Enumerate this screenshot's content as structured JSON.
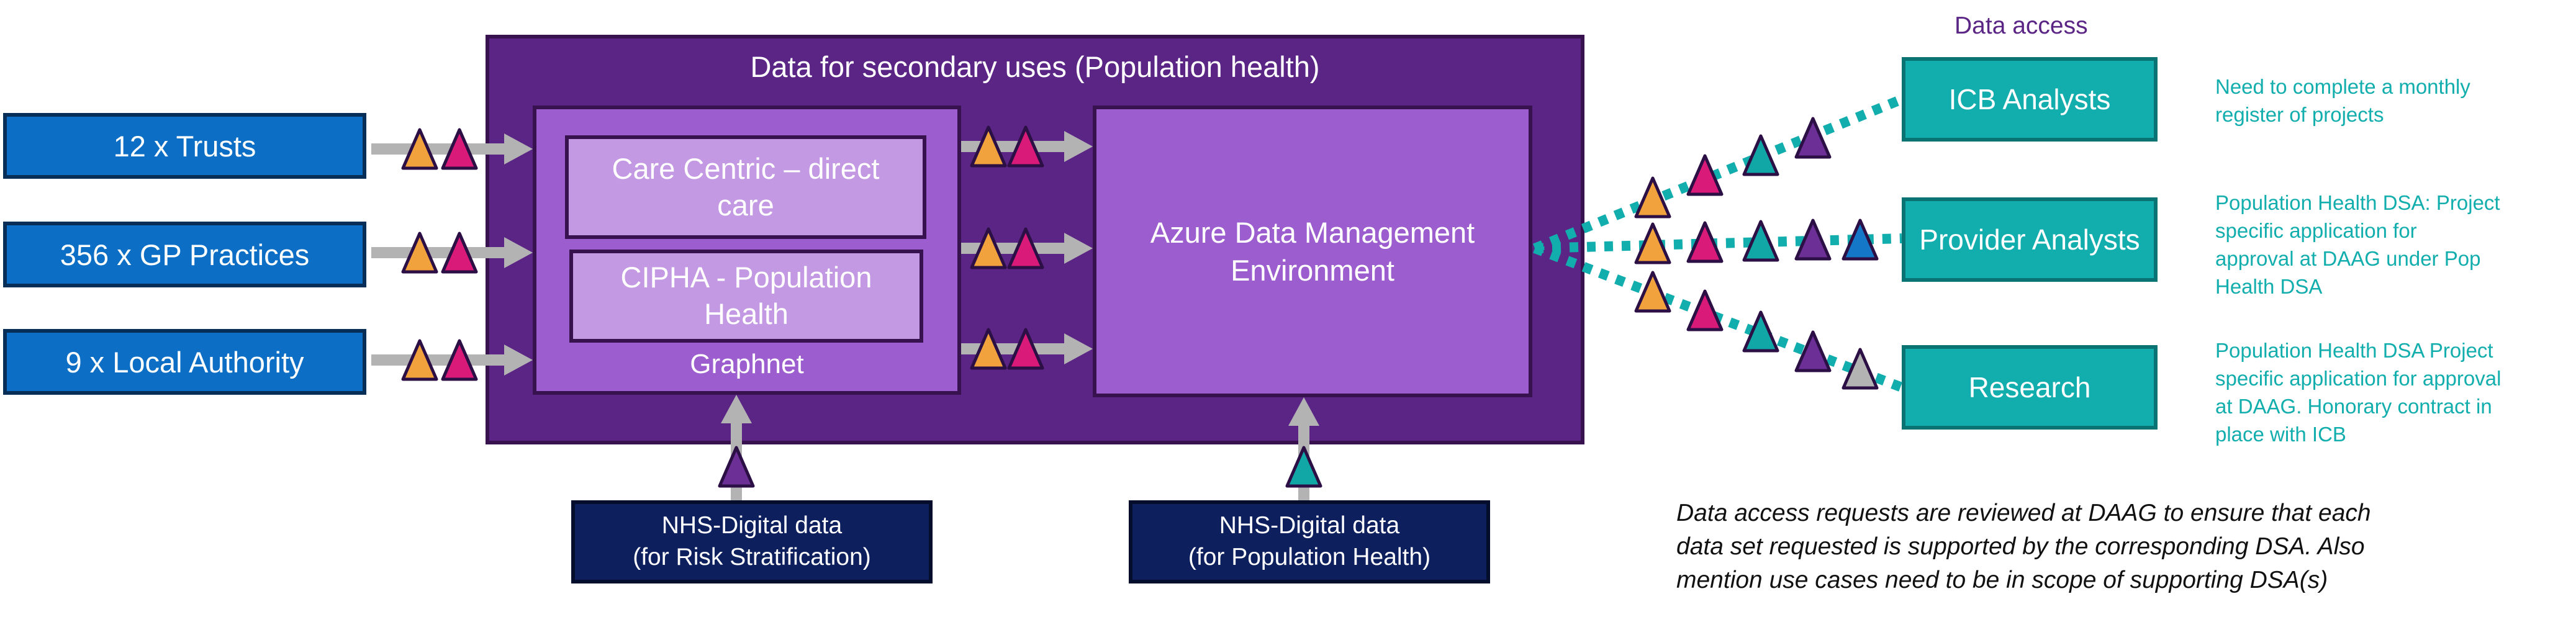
{
  "sources": [
    {
      "label": "12 x Trusts"
    },
    {
      "label": "356 x GP Practices"
    },
    {
      "label": "9 x Local Authority"
    }
  ],
  "secondary_uses": {
    "title": "Data for secondary uses (Population health)",
    "graphnet": {
      "label": "Graphnet",
      "care_centric": "Care Centric – direct\ncare",
      "cipha": "CIPHA - Population\nHealth"
    },
    "azure": "Azure Data Management\nEnvironment"
  },
  "nhs_digital": {
    "risk": "NHS-Digital data\n(for Risk Stratification)",
    "population": "NHS-Digital data\n(for Population Health)"
  },
  "data_access": {
    "heading": "Data access",
    "destinations": [
      {
        "label": "ICB Analysts",
        "description": "Need to complete a monthly\nregister of projects"
      },
      {
        "label": "Provider Analysts",
        "description": "Population Health DSA: Project\nspecific application for\napproval at DAAG under Pop\nHealth DSA"
      },
      {
        "label": "Research",
        "description": "Population Health DSA Project\nspecific application for approval\nat DAAG. Honorary contract in\nplace with ICB"
      }
    ]
  },
  "note": "Data access requests are reviewed at DAAG to ensure that each\ndata set requested is supported by the corresponding DSA. Also\nmention use cases need to be in scope of supporting DSA(s)",
  "colors": {
    "orange": "#f2a23c",
    "magenta": "#d91a78",
    "teal": "#12a7a7",
    "purple": "#6b2f96",
    "blue": "#1577c7",
    "grey": "#b3b3b3",
    "source_blue": "#0c6ec4",
    "outer_purple": "#5b2585",
    "inner_purple": "#9c5ecf",
    "light_purple": "#c399e3",
    "navy": "#0e1f5e",
    "dest_teal": "#12adad"
  }
}
